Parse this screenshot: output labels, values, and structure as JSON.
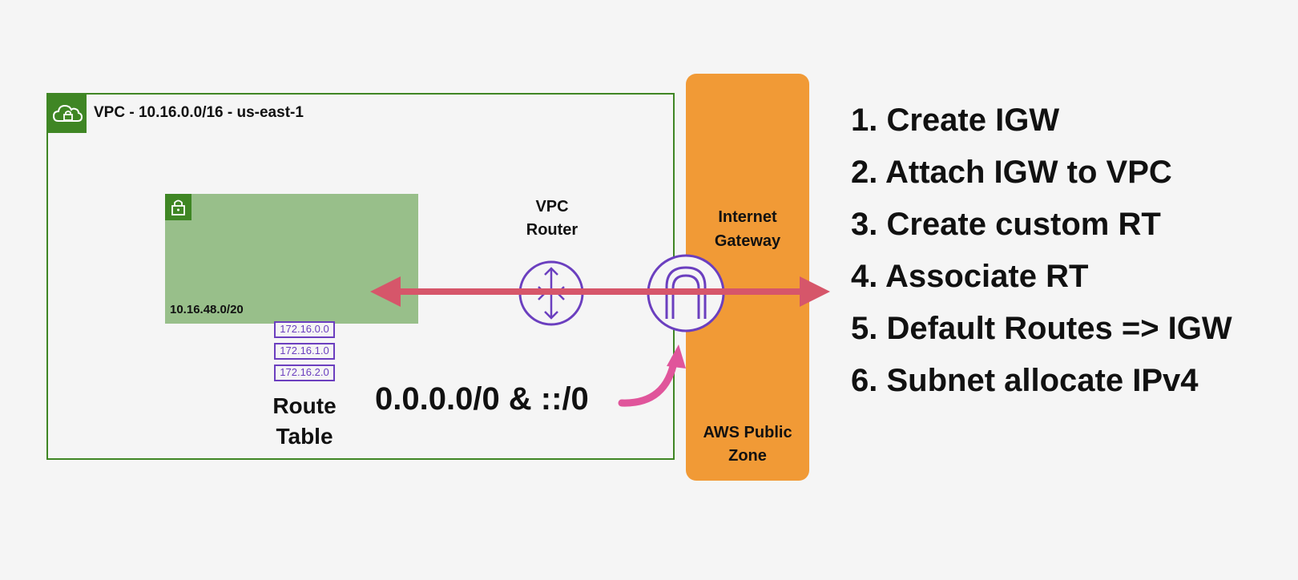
{
  "vpc": {
    "label": "VPC - 10.16.0.0/16 - us-east-1",
    "icon": "vpc-cloud-lock-icon",
    "color": "#3f8624"
  },
  "subnet": {
    "cidr": "10.16.48.0/20",
    "icon": "subnet-lock-icon",
    "color": "#98bf8a"
  },
  "route_table": {
    "entries": [
      "172.16.0.0",
      "172.16.1.0",
      "172.16.2.0"
    ],
    "label": "Route Table",
    "color": "#6b3fbf"
  },
  "router": {
    "label": "VPC Router",
    "icon": "router-icon"
  },
  "igw": {
    "label": "Internet Gateway",
    "icon": "internet-gateway-icon",
    "zone_label": "AWS Public Zone",
    "color": "#f19a36"
  },
  "default_route": {
    "text": "0.0.0.0/0 & ::/0",
    "arrow_color": "#e0559b"
  },
  "flow_arrow_color": "#d6566a",
  "steps": [
    "1. Create IGW",
    "2. Attach IGW to VPC",
    "3. Create custom RT",
    "4. Associate RT",
    "5. Default Routes => IGW",
    "6. Subnet allocate IPv4"
  ]
}
